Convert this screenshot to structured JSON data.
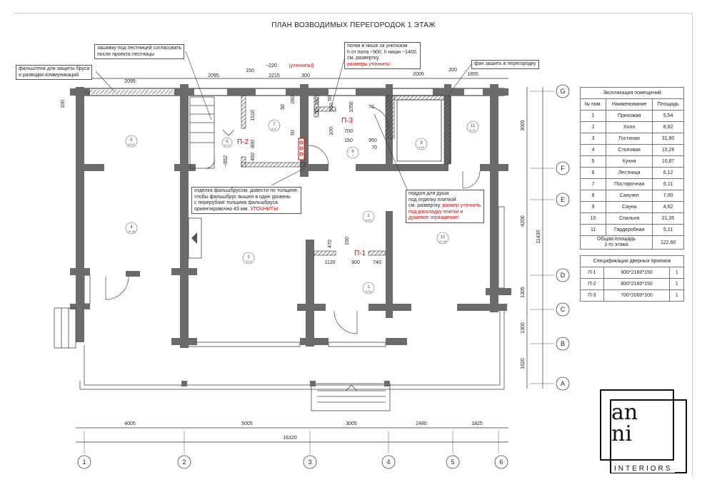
{
  "title": "ПЛАН ВОЗВОДИМЫХ ПЕРЕГОРОДОК 1 ЭТАЖ",
  "notes": {
    "falsh": "фальштена для защиты бруса\nи разводки коммуникаций",
    "stair": "зашивку под лестницей согласовать\nпосле проекта лестницы",
    "shelves_a": "полки в нише за унитазом\nh от пола ~900, h ниши ~1400.\nсм. развертку.",
    "shelves_b": "размеры уточнить!",
    "fan": "фан зашить в перегородку",
    "beam_a": "отделка фальшбрусом. довести по толщине,\nчтобы фальшбрус вышел в один уровень\nс перерубом! толщина фальшбруса\nориентировочно 43 мм.",
    "beam_b": "УТОЧНИТЬ!",
    "shower_a": "поддон для душа\nпод отделку плиткой\nсм. развертку.",
    "shower_b": "размер уточнить\nпод раскладку плитки и\nдушевое ограждение!"
  },
  "dims": {
    "top": [
      "2095",
      "150",
      "2215",
      "300",
      "2005",
      "200",
      "1855"
    ],
    "d220": "~220",
    "d220_note": "(уточнить!)",
    "bottom": [
      "4005",
      "5005",
      "3005",
      "2480",
      "1825"
    ],
    "total": "16320",
    "right": [
      "3005",
      "4200",
      "1305",
      "1300",
      "1620"
    ],
    "right_total": "11430",
    "left100": "100",
    "inner": [
      "1510",
      "50",
      "280",
      "50",
      "800",
      "450",
      "~652",
      "950",
      "50",
      "280",
      "50",
      "100",
      "700",
      "150",
      "1050",
      "950",
      "70",
      "70",
      "470",
      "150",
      "1120",
      "900",
      "740"
    ]
  },
  "partitions": {
    "p1": "П-1",
    "p2": "П-2",
    "p3": "П-3"
  },
  "rooms": [
    {
      "n": "5",
      "a": "10,87"
    },
    {
      "n": "6",
      "a": "6,12"
    },
    {
      "n": "7",
      "a": "6,11"
    },
    {
      "n": "8",
      "a": "7"
    },
    {
      "n": "9",
      "a": "4,62"
    },
    {
      "n": "11",
      "a": "5,11"
    },
    {
      "n": "4",
      "a": "15,26"
    },
    {
      "n": "3",
      "a": "31,8"
    },
    {
      "n": "2",
      "a": "8,82"
    },
    {
      "n": "10",
      "a": "21,35"
    },
    {
      "n": "1",
      "a": "5,54"
    }
  ],
  "axes_h": [
    "1",
    "2",
    "3",
    "4",
    "5",
    "6"
  ],
  "axes_v": [
    "G",
    "F",
    "E",
    "D",
    "C",
    "B",
    "A"
  ],
  "explication": {
    "caption": "Экспликация помещений",
    "headers": [
      "№ пом.",
      "Наименование",
      "Площадь"
    ],
    "rows": [
      [
        "1",
        "Прихожая",
        "5,54"
      ],
      [
        "2",
        "Холл",
        "8,82"
      ],
      [
        "3",
        "Гостиная",
        "31,80"
      ],
      [
        "4",
        "Столовая",
        "15,26"
      ],
      [
        "5",
        "Кухня",
        "10,87"
      ],
      [
        "6",
        "Лестница",
        "6,12"
      ],
      [
        "7",
        "Постирочная",
        "6,11"
      ],
      [
        "8",
        "Санузел",
        "7,00"
      ],
      [
        "9",
        "Сауна",
        "4,62"
      ],
      [
        "10",
        "Спальня",
        "21,35"
      ],
      [
        "11",
        "Гардеробная",
        "5,11"
      ]
    ],
    "total_label": "Общая площадь\n1-го этажа",
    "total_value": "122,60"
  },
  "doors": {
    "caption": "Спецификация дверных проемов",
    "rows": [
      [
        "П-1",
        "900*2160*150",
        "1"
      ],
      [
        "П-2",
        "800*2160*150",
        "1"
      ],
      [
        "П-3",
        "700*2060*100",
        "1"
      ]
    ]
  },
  "logo": {
    "line1": "an",
    "line2": "ni",
    "brand": "INTERIORS"
  },
  "colors": {
    "wall": "#6b6b6b",
    "red": "#d00000",
    "hatch": "#333333"
  }
}
